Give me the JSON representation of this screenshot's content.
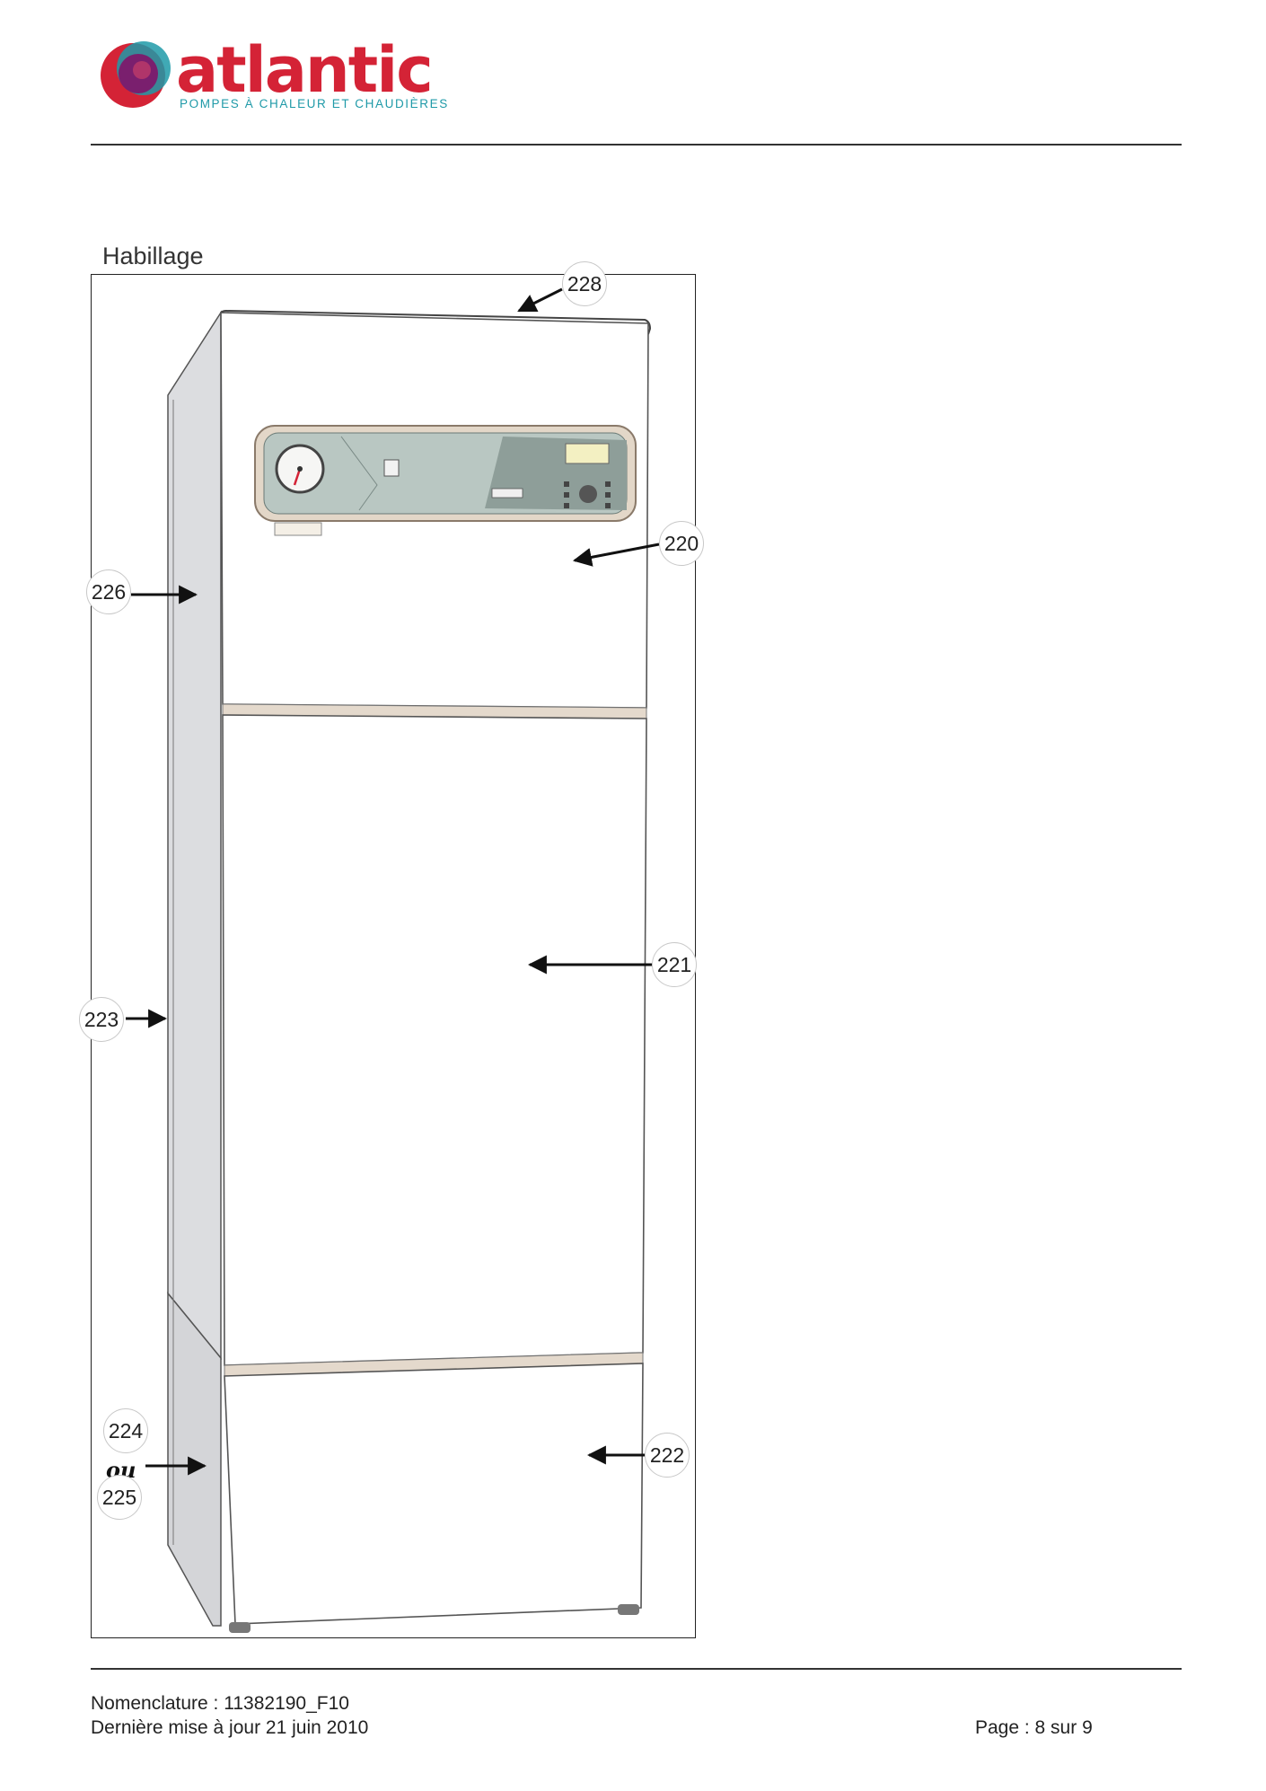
{
  "header": {
    "brand": "atlantic",
    "tagline": "POMPES À CHALEUR ET CHAUDIÈRES",
    "brand_color": "#d42336",
    "tagline_color": "#1f9aa8"
  },
  "section": {
    "title": "Habillage"
  },
  "callouts": {
    "c228": "228",
    "c220": "220",
    "c226": "226",
    "c221": "221",
    "c223": "223",
    "c224": "224",
    "ou": "ou",
    "c225": "225",
    "c222": "222"
  },
  "footer": {
    "nomenclature": "Nomenclature : 11382190_F10",
    "updated": "Dernière mise à jour 21 juin 2010",
    "page": "Page : 8 sur 9"
  }
}
